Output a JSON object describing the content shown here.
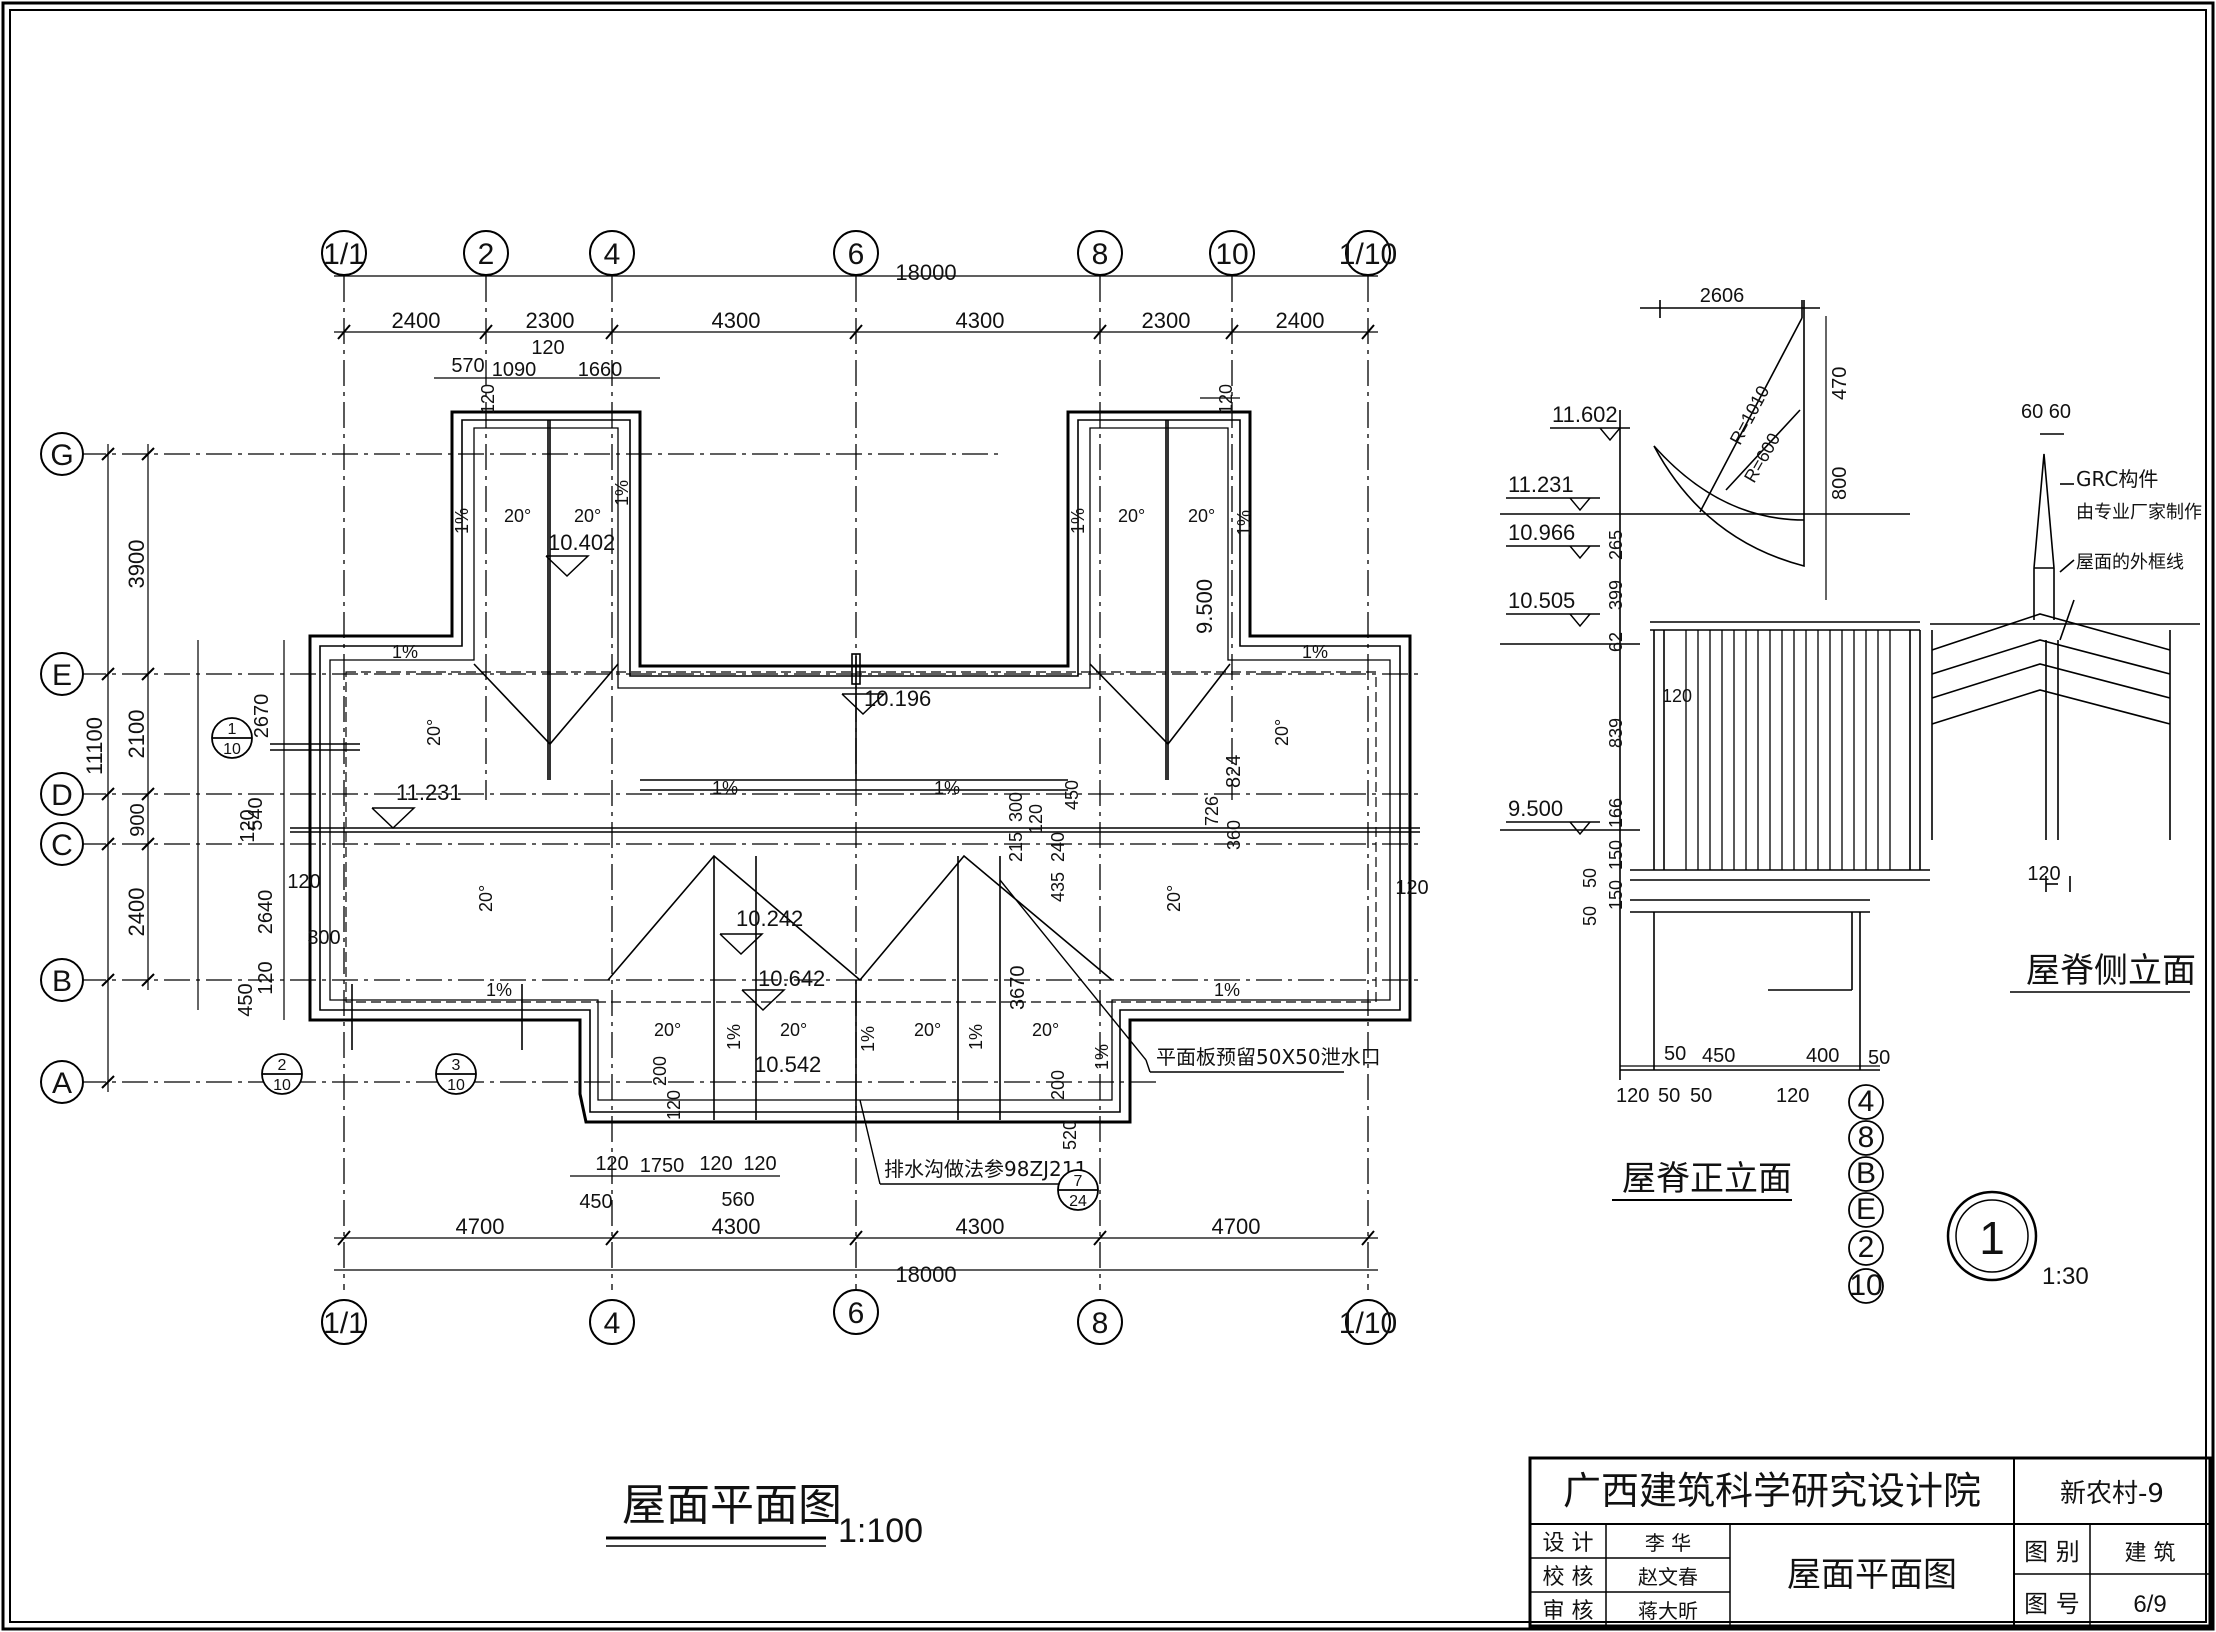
{
  "plan": {
    "title": "屋面平面图",
    "scale": "1:100",
    "top_axes": [
      "1/1",
      "2",
      "4",
      "6",
      "8",
      "10",
      "1/10"
    ],
    "bottom_axes": [
      "1/1",
      "4",
      "6",
      "8",
      "1/10"
    ],
    "row_axes": [
      "G",
      "E",
      "D",
      "C",
      "B",
      "A"
    ],
    "dim_total": "18000",
    "top_dims": [
      "2400",
      "2300",
      "4300",
      "4300",
      "2300",
      "2400"
    ],
    "top_detail_dims": [
      "570",
      "1090",
      "120",
      "1660"
    ],
    "dim_120_top_left": "120",
    "dim_120_top_right": "120",
    "bottom_dims": [
      "4700",
      "4300",
      "4300",
      "4700"
    ],
    "bottom_detail_dims": [
      "120",
      "1750",
      "120",
      "120"
    ],
    "dim_450": "450",
    "dim_560": "560",
    "left_dims": [
      "3900",
      "2100",
      "900",
      "2400"
    ],
    "left_total": "11100",
    "left_detail_dims": [
      "2670",
      "540",
      "120",
      "2640",
      "450",
      "120"
    ],
    "dim_300": "300",
    "dim_120_left": "120",
    "dim_120_right": "120",
    "center_dims": [
      "215",
      "300",
      "120",
      "240",
      "435",
      "450"
    ],
    "right_inner_dims": [
      "824",
      "726",
      "360"
    ],
    "dim_3670": "3670",
    "dim_200a": "200",
    "dim_120b": "120",
    "dim_200b": "200",
    "dim_520": "520",
    "dim_9500_v": "9.500",
    "elevations": [
      "10.402",
      "10.196",
      "11.231",
      "10.242",
      "10.642",
      "10.542"
    ],
    "slope_angle": "20°",
    "slope_pct": "1%",
    "note_drain_hole": "平面板预留50X50泄水口",
    "note_gutter": "排水沟做法参98ZJ211",
    "detail_refs": [
      {
        "num": "1",
        "sheet": "10"
      },
      {
        "num": "2",
        "sheet": "10"
      },
      {
        "num": "3",
        "sheet": "10"
      },
      {
        "num": "7",
        "sheet": "24"
      }
    ]
  },
  "ridge": {
    "front_title": "屋脊正立面",
    "side_title": "屋脊侧立面",
    "dim_2606": "2606",
    "radius_1010": "R=1010",
    "radius_600": "R=600",
    "dim_470": "470",
    "dim_800": "800",
    "levels": [
      "11.602",
      "11.231",
      "10.966",
      "10.505",
      "9.500"
    ],
    "left_stack": [
      "265",
      "399",
      "62",
      "839",
      "166",
      "150",
      "150",
      "50",
      "50"
    ],
    "dim_120_front": "120",
    "bottom_dims": [
      "50",
      "450",
      "400",
      "50"
    ],
    "bottom_dims2": [
      "120",
      "50",
      "50",
      "120"
    ],
    "axis_list": [
      "4",
      "8",
      "B",
      "E",
      "2",
      "10"
    ],
    "dim_6060": "60 60",
    "grc_label1": "GRC构件",
    "grc_label2": "由专业厂家制作",
    "grc_label3": "屋面的外框线",
    "dim_120_side": "120",
    "detail_num": "1",
    "detail_scale": "1:30"
  },
  "title_block": {
    "institute": "广西建筑科学研究设计院",
    "project": "新农村-9",
    "roles": [
      "设 计",
      "校 核",
      "审 核"
    ],
    "names": [
      "李 华",
      "赵文春",
      "蒋大昕"
    ],
    "drawing_name": "屋面平面图",
    "cat_label": "图 别",
    "cat_value": "建 筑",
    "no_label": "图 号",
    "no_value": "6/9"
  }
}
